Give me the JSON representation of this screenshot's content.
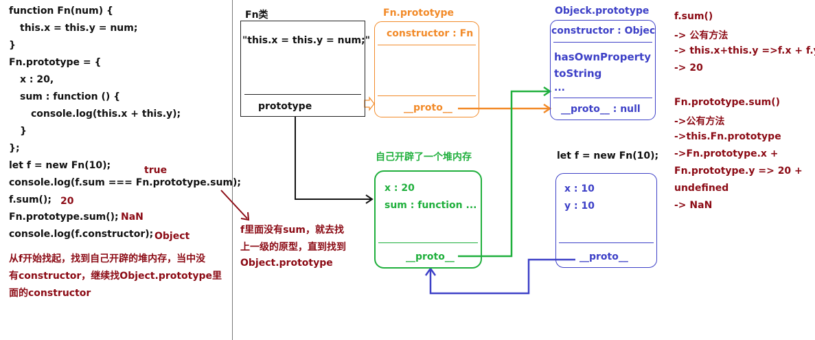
{
  "code": {
    "lines": [
      "function Fn(num) {",
      "this.x = this.y = num;",
      "}",
      "Fn.prototype = {",
      "x : 20,",
      "sum : function () {",
      "console.log(this.x + this.y);",
      "}",
      "};",
      "let f = new Fn(10);",
      "console.log(f.sum === Fn.prototype.sum);",
      "f.sum();",
      "Fn.prototype.sum();",
      "console.log(f.constructor);"
    ],
    "note_lines": [
      "从f开始找起，找到自己开辟的堆内存，当中没",
      "有constructor，继续找Object.prototype里",
      "面的constructor"
    ],
    "results": {
      "equality": "true",
      "f_sum": "20",
      "proto_sum": "NaN",
      "constructor": "Object"
    }
  },
  "fn_class": {
    "title": "Fn类",
    "body": "\"this.x = this.y = num;\"",
    "prototype_label": "prototype"
  },
  "fn_prototype": {
    "title": "Fn.prototype",
    "constructor": "constructor : Fn",
    "proto": "__proto__"
  },
  "object_prototype": {
    "title": "Objeck.prototype",
    "constructor": "constructor : Objeck",
    "method1": "hasOwnProperty",
    "method2": "toString",
    "ellipsis": "...",
    "proto": "__proto__ : null"
  },
  "instance_heap": {
    "caption": "自己开辟了一个堆内存",
    "x": "x : 20",
    "sum": "sum : function ...",
    "proto": "__proto__"
  },
  "f_heap": {
    "caption": "let f = new Fn(10);",
    "x": "x : 10",
    "y": "y : 10",
    "proto": "__proto__"
  },
  "middle_note": {
    "lines": [
      "f里面没有sum，就去找",
      "上一级的原型，直到找到",
      "Object.prototype"
    ]
  },
  "right_notes": {
    "lines": [
      "f.sum()",
      "-> 公有方法",
      "-> this.x+this.y =>f.x + f.y",
      "-> 20",
      "",
      "Fn.prototype.sum()",
      "->公有方法",
      "->this.Fn.prototype",
      "->Fn.prototype.x +",
      "Fn.prototype.y => 20 +",
      "undefined",
      "-> NaN"
    ]
  },
  "colors": {
    "text": "#111111",
    "note_red": "#8B0A14",
    "orange": "#F28A28",
    "blue": "#3D40C7",
    "green": "#1FAF3C"
  }
}
